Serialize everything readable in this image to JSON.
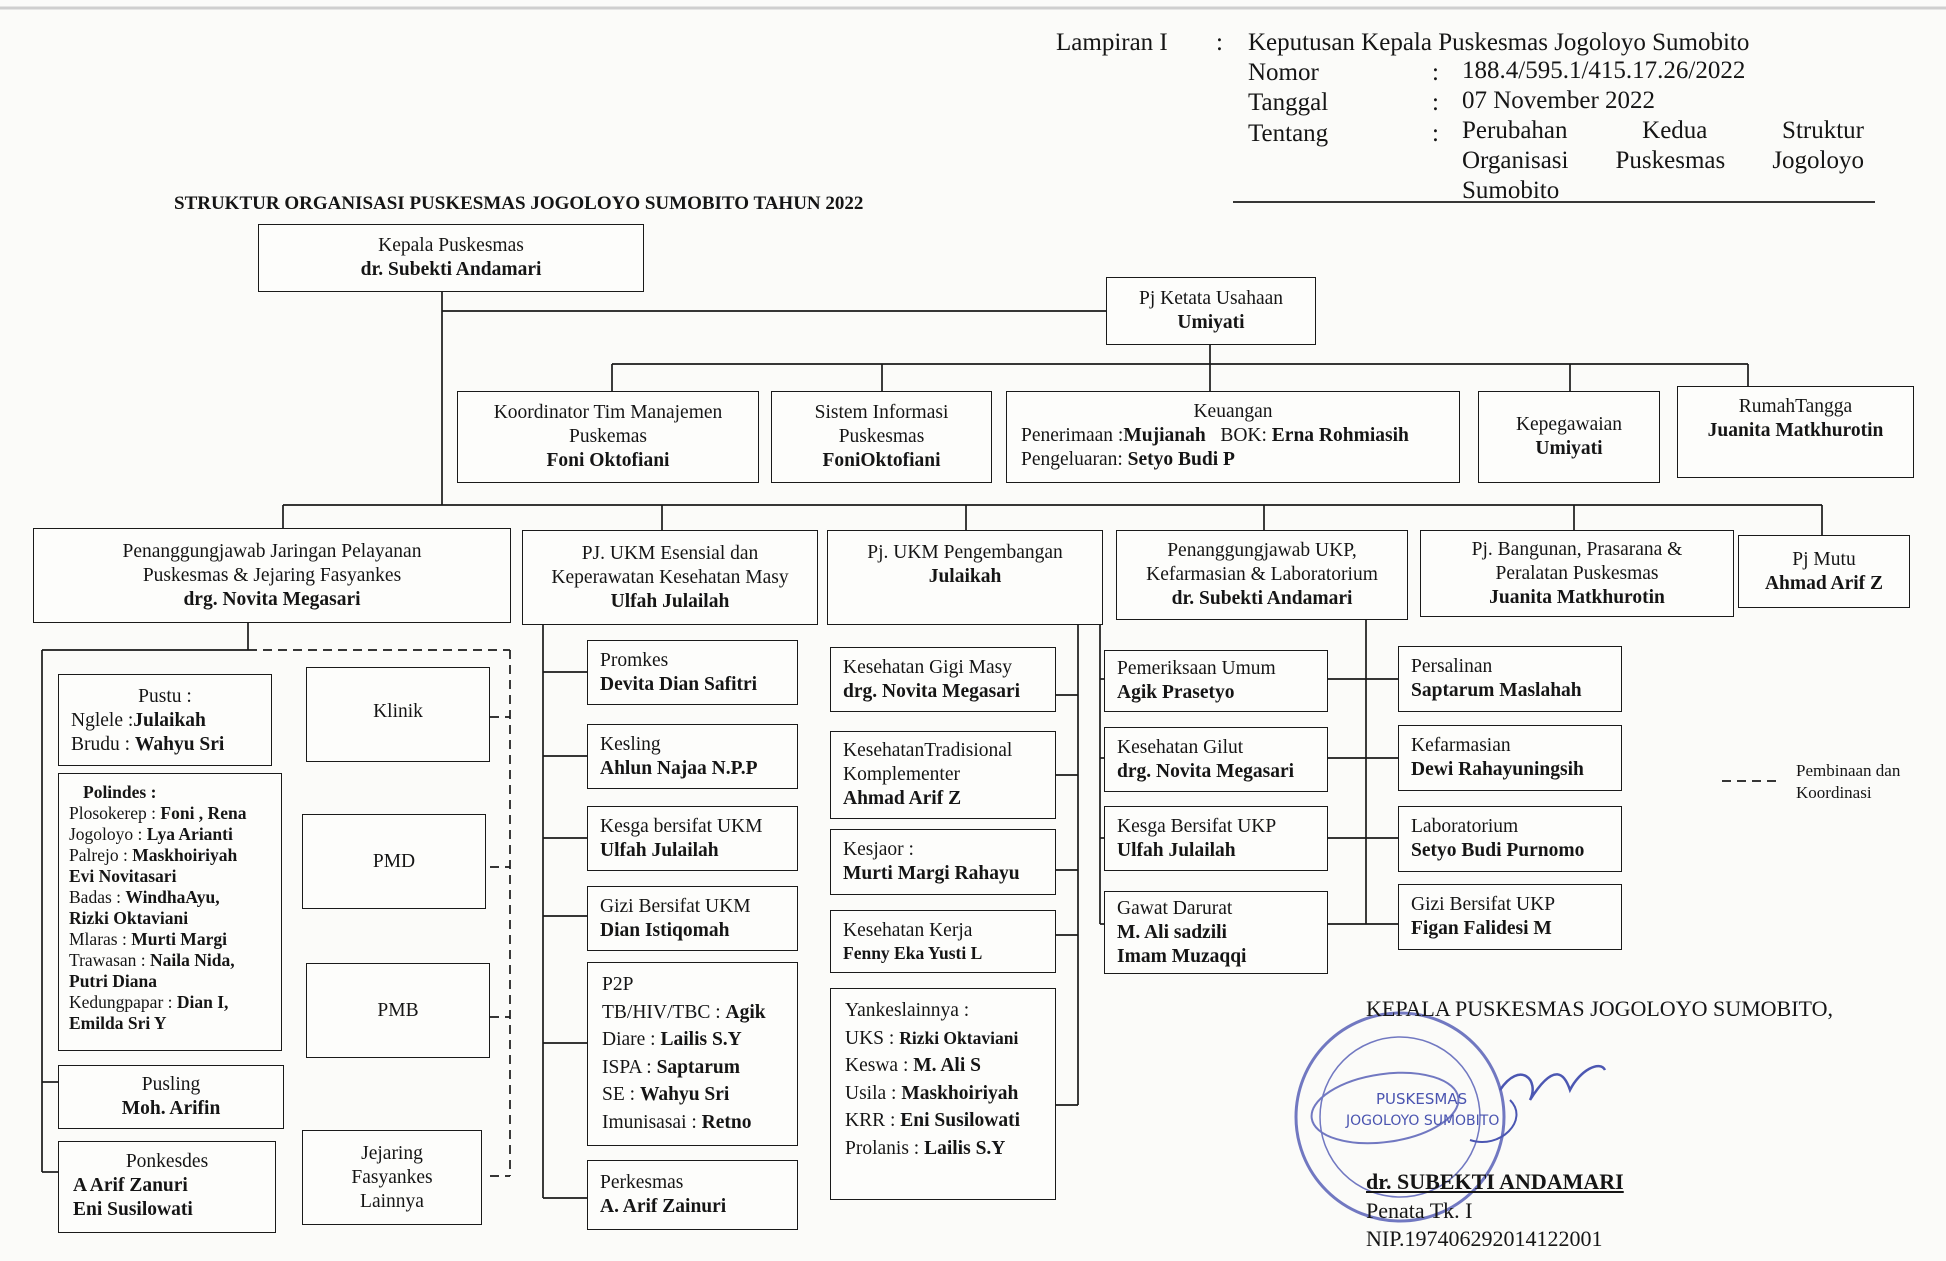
{
  "header": {
    "lampiran_label": "Lampiran I",
    "colon": ":",
    "lampiran_value": "Keputusan Kepala Puskesmas Jogoloyo Sumobito",
    "nomor_label": "Nomor",
    "nomor_value": "188.4/595.1/415.17.26/2022",
    "tanggal_label": "Tanggal",
    "tanggal_value": "07 November 2022",
    "tentang_label": "Tentang",
    "tentang_line1": "Perubahan Kedua Struktur",
    "tentang_line2": "Organisasi Puskesmas Jogoloyo",
    "tentang_line3": "Sumobito"
  },
  "title": "STRUKTUR ORGANISASI PUSKESMAS JOGOLOYO SUMOBITO TAHUN 2022",
  "kepala": {
    "role": "Kepala Puskesmas",
    "name": "dr. Subekti Andamari"
  },
  "tu": {
    "role": "Pj Ketata Usahaan",
    "name": "Umiyati"
  },
  "tu_units": [
    {
      "l1": "Koordinator Tim Manajemen",
      "l2": "Puskemas",
      "name": "Foni Oktofiani"
    },
    {
      "l1": "Sistem Informasi",
      "l2": "Puskesmas",
      "name": "FoniOktofiani"
    },
    {
      "role": "Keuangan",
      "penerimaan_label": "Penerimaan :",
      "penerimaan_name": "Mujianah",
      "bok_label": "BOK:",
      "bok_name": "Erna Rohmiasih",
      "pengeluaran_label": "Pengeluaran:",
      "pengeluaran_name": "Setyo Budi P"
    },
    {
      "role": "Kepegawaian",
      "name": "Umiyati"
    },
    {
      "role": "RumahTangga",
      "name": "Juanita Matkhurotin"
    }
  ],
  "pj": [
    {
      "l1": "Penanggungjawab Jaringan Pelayanan",
      "l2": "Puskesmas & Jejaring Fasyankes",
      "name": "drg. Novita Megasari"
    },
    {
      "l1": "PJ. UKM Esensial dan",
      "l2": "Keperawatan Kesehatan Masy",
      "name": "Ulfah Julailah"
    },
    {
      "l1": "Pj. UKM Pengembangan",
      "name": "Julaikah"
    },
    {
      "l1": "Penanggungjawab UKP,",
      "l2": "Kefarmasian & Laboratorium",
      "name": "dr. Subekti Andamari"
    },
    {
      "l1": "Pj. Bangunan, Prasarana &",
      "l2": "Peralatan Puskesmas",
      "name": "Juanita Matkhurotin"
    },
    {
      "l1": "Pj Mutu",
      "name": "Ahmad Arif Z"
    }
  ],
  "jaringan": {
    "pustu": {
      "title": "Pustu :",
      "r1_label": "Nglele :",
      "r1_name": "Julaikah",
      "r2_label": "Brudu :",
      "r2_name": "Wahyu Sri"
    },
    "polindes": {
      "title": "Polindes :",
      "lines": [
        {
          "label": "Plosokerep : ",
          "name": "Foni , Rena"
        },
        {
          "label": "Jogoloyo    : ",
          "name": "Lya Arianti"
        },
        {
          "label": "Palrejo : ",
          "name": "Maskhoiriyah"
        },
        {
          "label": "",
          "name": "Evi  Novitasari"
        },
        {
          "label": "Badas : ",
          "name": "WindhaAyu,"
        },
        {
          "label": "",
          "name": "Rizki Oktaviani"
        },
        {
          "label": "Mlaras : ",
          "name": "Murti Margi"
        },
        {
          "label": "Trawasan : ",
          "name": "Naila Nida,"
        },
        {
          "label": "",
          "name": "Putri Diana"
        },
        {
          "label": "Kedungpapar : ",
          "name": "Dian I,"
        },
        {
          "label": "",
          "name": "Emilda Sri Y"
        }
      ]
    },
    "pusling": {
      "role": "Pusling",
      "name": "Moh. Arifin"
    },
    "ponkesdes": {
      "role": "Ponkesdes",
      "n1": "A Arif Zanuri",
      "n2": "Eni Susilowati"
    },
    "klinik": "Klinik",
    "pmd": "PMD",
    "pmb": "PMB",
    "jejaring": {
      "l1": "Jejaring",
      "l2": "Fasyankes",
      "l3": "Lainnya"
    }
  },
  "ukm_esensial": [
    {
      "role": "Promkes",
      "name": "Devita Dian Safitri"
    },
    {
      "role": "Kesling",
      "name": "Ahlun Najaa N.P.P"
    },
    {
      "role": "Kesga bersifat UKM",
      "name": "Ulfah Julailah"
    },
    {
      "role": "Gizi Bersifat UKM",
      "name": "Dian Istiqomah"
    }
  ],
  "p2p": {
    "title": "P2P",
    "lines": [
      {
        "label": "TB/HIV/TBC : ",
        "name": "Agik"
      },
      {
        "label": "Diare : ",
        "name": "Lailis S.Y"
      },
      {
        "label": "ISPA : ",
        "name": "Saptarum"
      },
      {
        "label": "SE : ",
        "name": "Wahyu Sri"
      },
      {
        "label": "Imunisasai : ",
        "name": "Retno"
      }
    ]
  },
  "perkesmas": {
    "role": "Perkesmas",
    "name": "A. Arif Zainuri"
  },
  "ukm_pengembangan": {
    "gigi": {
      "role": "Kesehatan Gigi Masy",
      "name": "drg. Novita Megasari"
    },
    "tradisional": {
      "l1": "KesehatanTradisional",
      "l2": "Komplementer",
      "name": "Ahmad Arif Z"
    },
    "kesjaor": {
      "role": "Kesjaor :",
      "name": "Murti Margi Rahayu"
    },
    "kerja": {
      "role": "Kesehatan Kerja",
      "name": "Fenny Eka Yusti L"
    },
    "yankes": {
      "title": "Yankeslainnya :",
      "lines": [
        {
          "label": "UKS : ",
          "name": "Rizki Oktaviani"
        },
        {
          "label": "Keswa : ",
          "name": "M. Ali S"
        },
        {
          "label": "Usila : ",
          "name": "Maskhoiriyah"
        },
        {
          "label": "KRR : ",
          "name": "Eni Susilowati"
        },
        {
          "label": "Prolanis : ",
          "name": "Lailis S.Y"
        }
      ]
    }
  },
  "ukp_left": [
    {
      "role": "Pemeriksaan Umum",
      "name": "Agik Prasetyo"
    },
    {
      "role": "Kesehatan Gilut",
      "name": "drg. Novita Megasari"
    },
    {
      "role": "Kesga Bersifat UKP",
      "name": "Ulfah Julailah"
    },
    {
      "role": "Gawat Darurat",
      "name": "M. Ali sadzili",
      "name2": "Imam Muzaqqi"
    }
  ],
  "ukp_right": [
    {
      "role": "Persalinan",
      "name": "Saptarum Maslahah"
    },
    {
      "role": "Kefarmasian",
      "name": "Dewi Rahayuningsih"
    },
    {
      "role": "Laboratorium",
      "name": "Setyo Budi Purnomo"
    },
    {
      "role": "Gizi Bersifat UKP",
      "name": "Figan Falidesi M"
    }
  ],
  "legend": {
    "l1": "Pembinaan dan",
    "l2": "Koordinasi"
  },
  "signature": {
    "heading": "KEPALA PUSKESMAS JOGOLOYO SUMOBITO,",
    "name": "dr. SUBEKTI ANDAMARI",
    "rank": "Penata Tk. I",
    "nip": "NIP.197406292014122001",
    "stamp_line1": "PUSKESMAS",
    "stamp_line2": "JOGOLOYO SUMOBITO"
  }
}
